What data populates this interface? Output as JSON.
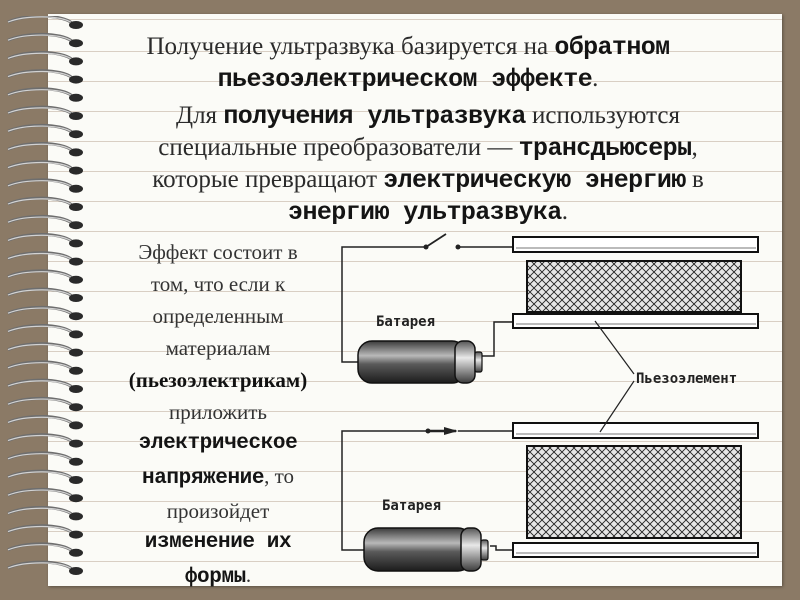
{
  "intro": {
    "l1_a": "Получение ультразвука базируется на ",
    "l1_b": "обратном",
    "l2_a": "пьезоэлектрическом эффекте",
    "l2_b": "."
  },
  "para2": {
    "l1_a": "Для ",
    "l1_b": "получения ультразвука",
    "l1_c": " используются",
    "l2_a": "специальные преобразователи — ",
    "l2_b": "трансдьюсеры",
    "l2_c": ",",
    "l3_a": "которые превращают ",
    "l3_b": "электрическую энергию",
    "l3_c": " в",
    "l4_a": "энергию ультразвука",
    "l4_b": "."
  },
  "left": {
    "line1": "Эффект состоит в",
    "line2": "том, что если к",
    "line3": "определенным",
    "line4": "материалам",
    "line5": "(пьезоэлектрикам)",
    "line6": "приложить",
    "line7": "электрическое",
    "line8_a": "напряжение",
    "line8_b": ", то",
    "line9": "произойдет",
    "line10": "изменение их",
    "line11_a": "формы",
    "line11_b": "."
  },
  "diagram": {
    "battery_label_top": "Батарея",
    "battery_label_bottom": "Батарея",
    "piezo_label": "Пьезоэлемент"
  },
  "colors": {
    "background": "#8b7a66",
    "paper": "#fbfbf7",
    "rule_lines": "#d9cfc4"
  }
}
